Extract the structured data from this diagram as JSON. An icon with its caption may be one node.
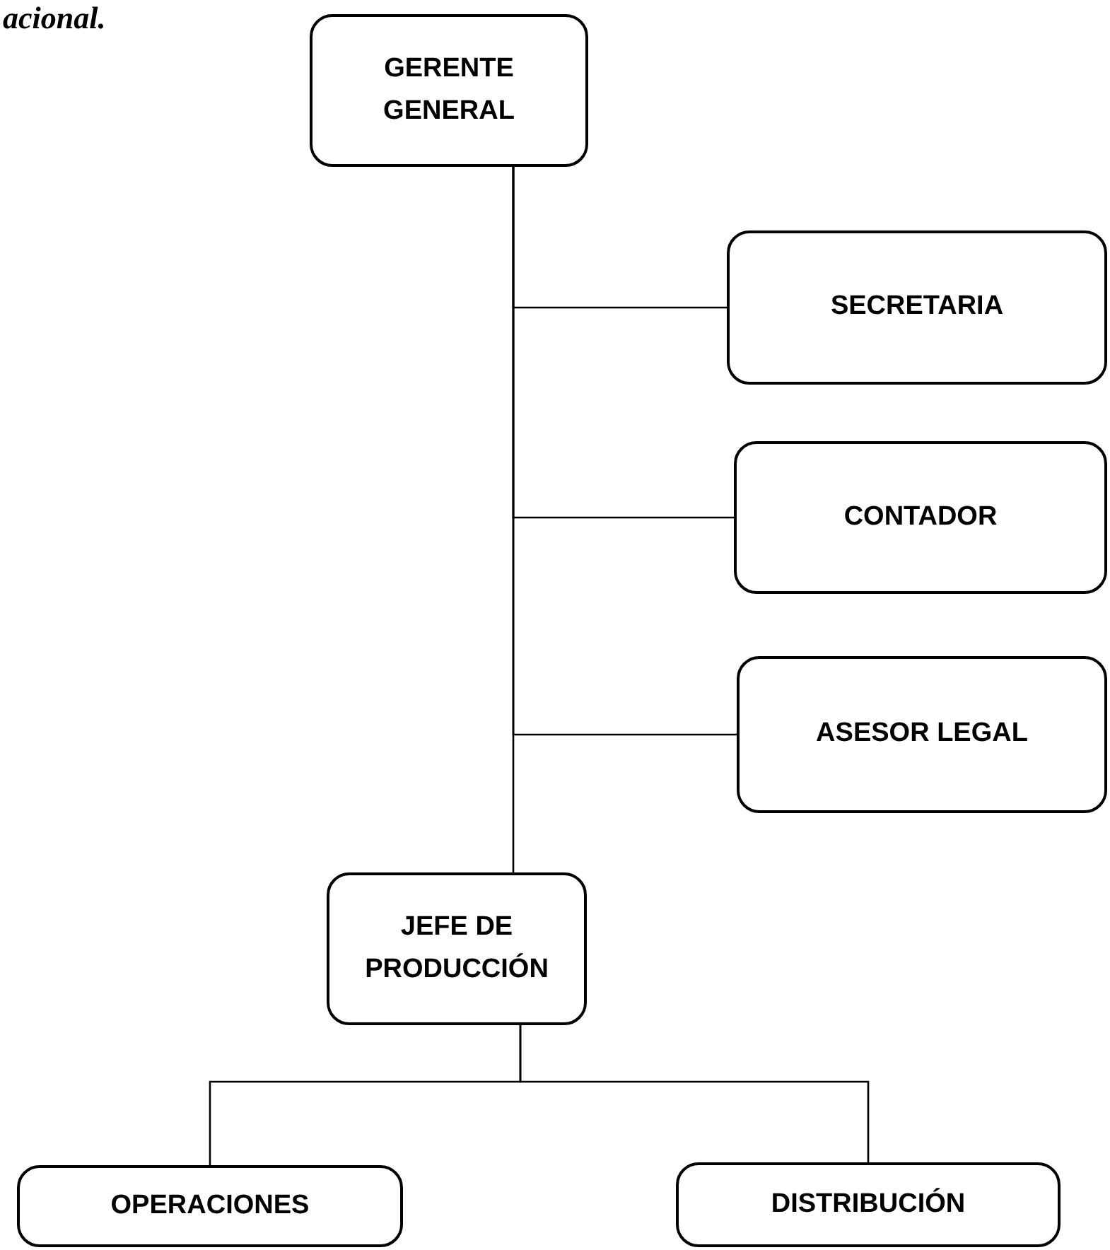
{
  "diagram": {
    "nodes": [
      {
        "text": [
          "GERENTE GENERAL"
        ]
      },
      {
        "text": [
          "SECRETARIA"
        ]
      },
      {
        "text": [
          "CONTADOR"
        ]
      },
      {
        "text": [
          "ASESOR LEGAL"
        ]
      },
      {
        "text": [
          "JEFE DE PRODUCCIÓN"
        ]
      },
      {
        "text": [
          "OPERACIONES"
        ]
      },
      {
        "text": [
          "DISTRIBUCIÓN"
        ]
      }
    ],
    "edges": [
      {
        "from": 0,
        "to": 1,
        "arrow": "none"
      },
      {
        "from": 0,
        "to": 2,
        "arrow": "none"
      },
      {
        "from": 0,
        "to": 3,
        "arrow": "none"
      },
      {
        "from": 0,
        "to": 4,
        "arrow": "none"
      },
      {
        "from": 4,
        "to": 5,
        "arrow": "none"
      },
      {
        "from": 4,
        "to": 6,
        "arrow": "none"
      }
    ],
    "labels": [
      "acional."
    ]
  }
}
